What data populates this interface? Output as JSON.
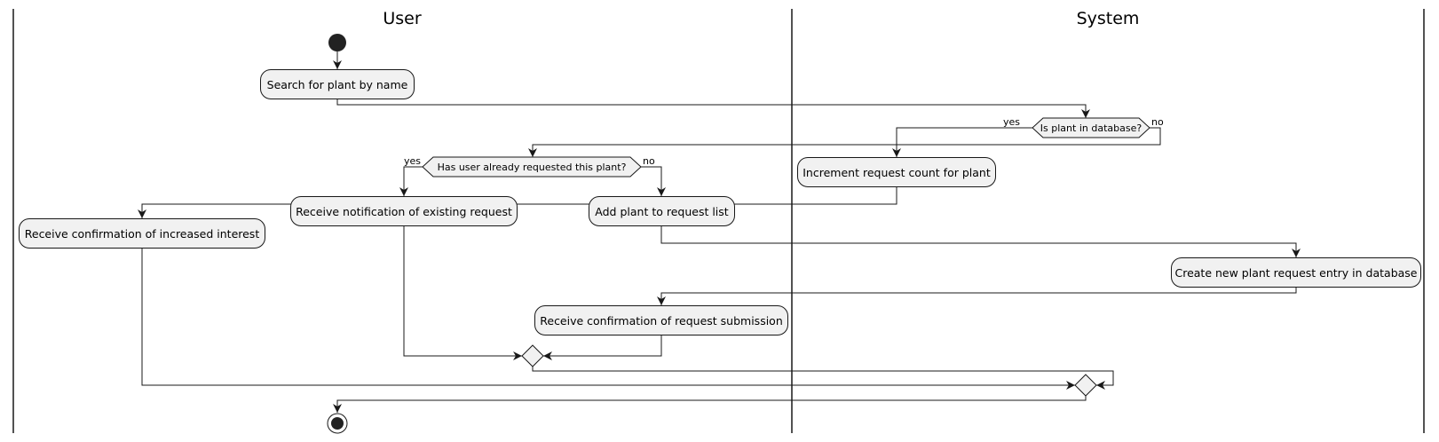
{
  "swimlanes": [
    {
      "id": "user",
      "title": "User"
    },
    {
      "id": "system",
      "title": "System"
    }
  ],
  "activities": {
    "search": "Search for plant by name",
    "increment": "Increment request count for plant",
    "confirm_interest": "Receive confirmation of increased interest",
    "notify_existing": "Receive notification of existing request",
    "add_to_list": "Add plant to request list",
    "create_entry": "Create new plant request entry in database",
    "confirm_submission": "Receive confirmation of request submission"
  },
  "decisions": {
    "in_database": {
      "question": "Is plant in database?",
      "yes": "yes",
      "no": "no"
    },
    "already_requested": {
      "question": "Has user already requested this plant?",
      "yes": "yes",
      "no": "no"
    }
  },
  "colors": {
    "line": "#181818",
    "fill": "#f1f1f1",
    "background": "#ffffff"
  }
}
